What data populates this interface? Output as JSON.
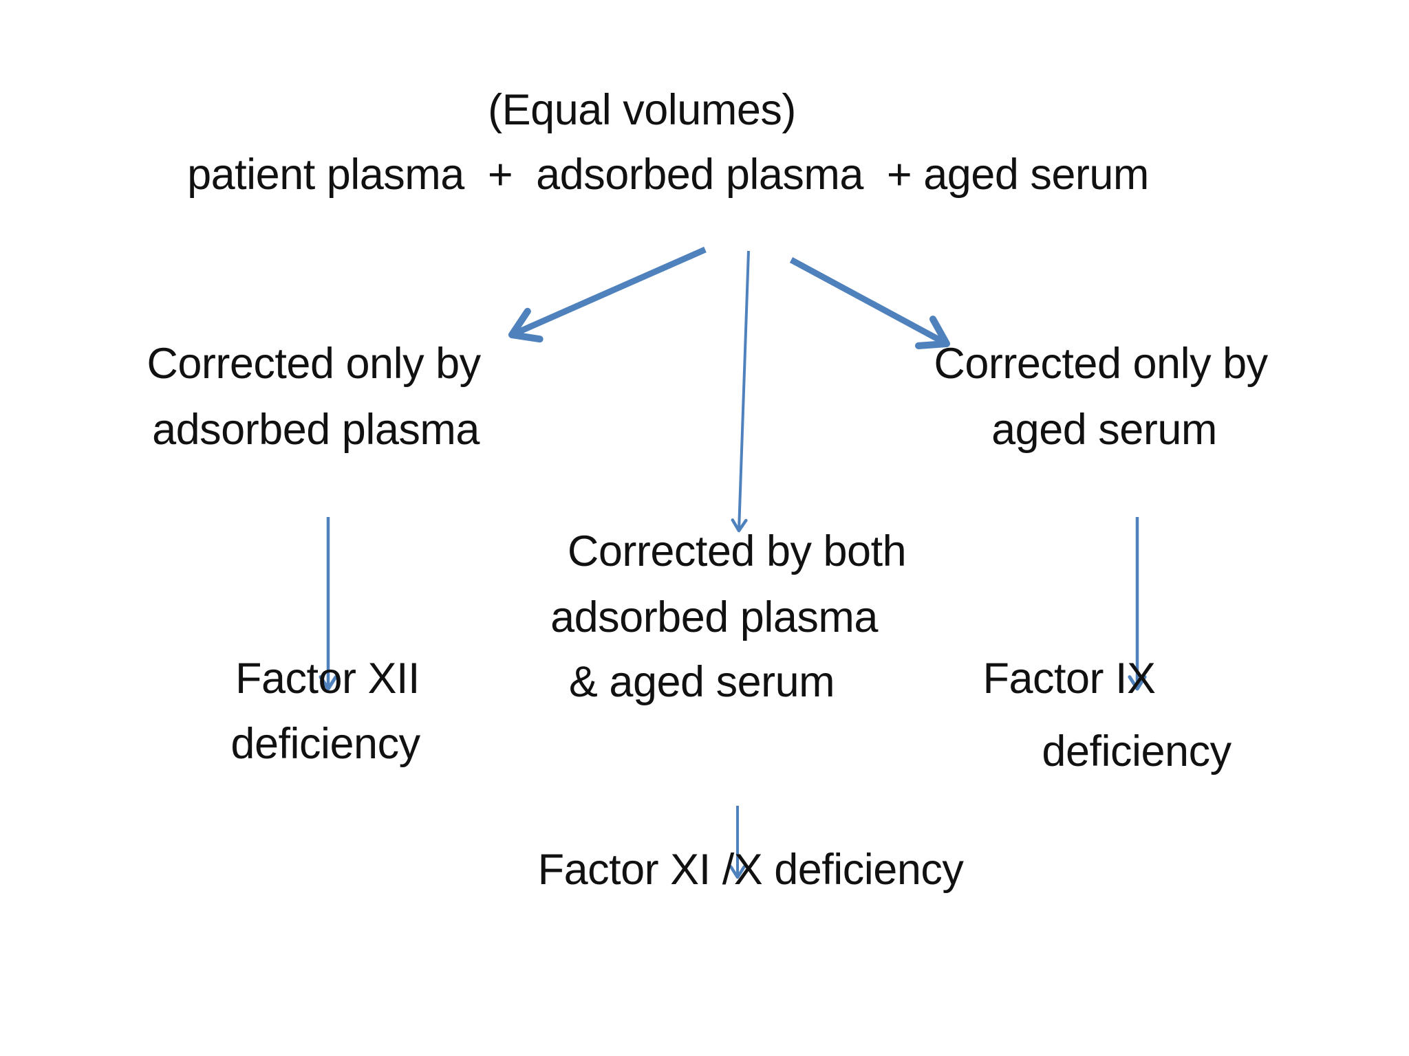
{
  "colors": {
    "arrow": "#4f81bd",
    "text": "#111111",
    "background": "#ffffff"
  },
  "header": {
    "line1": "(Equal volumes)",
    "line2": "patient plasma  +  adsorbed plasma  + aged serum"
  },
  "left_branch": {
    "condition_line1": "Corrected only by",
    "condition_line2": "adsorbed plasma",
    "result_line1": "Factor XII",
    "result_line2": "deficiency"
  },
  "middle_branch": {
    "condition_line1": "Corrected by both",
    "condition_line2": "adsorbed plasma",
    "condition_line3": "& aged serum",
    "result": "Factor XI /X deficiency"
  },
  "right_branch": {
    "condition_line1": "Corrected only by",
    "condition_line2": "aged serum",
    "result_line1": "Factor IX",
    "result_line2": "deficiency"
  }
}
